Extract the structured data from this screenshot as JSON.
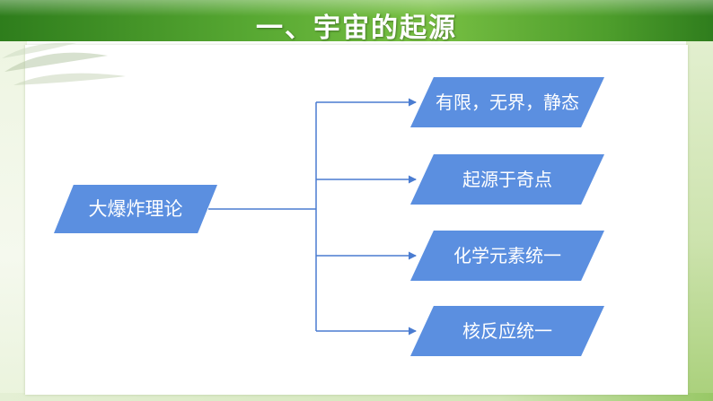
{
  "title": "一、宇宙的起源",
  "diagram": {
    "root": {
      "label": "大爆炸理论"
    },
    "branches": [
      {
        "label": "有限，无界，静态"
      },
      {
        "label": "起源于奇点"
      },
      {
        "label": "化学元素统一"
      },
      {
        "label": "核反应统一"
      }
    ]
  },
  "colors": {
    "header_green": "#57a832",
    "node_blue": "#5b8fe0",
    "connector_blue": "#4a7cd1",
    "title_text": "#ffffff"
  }
}
